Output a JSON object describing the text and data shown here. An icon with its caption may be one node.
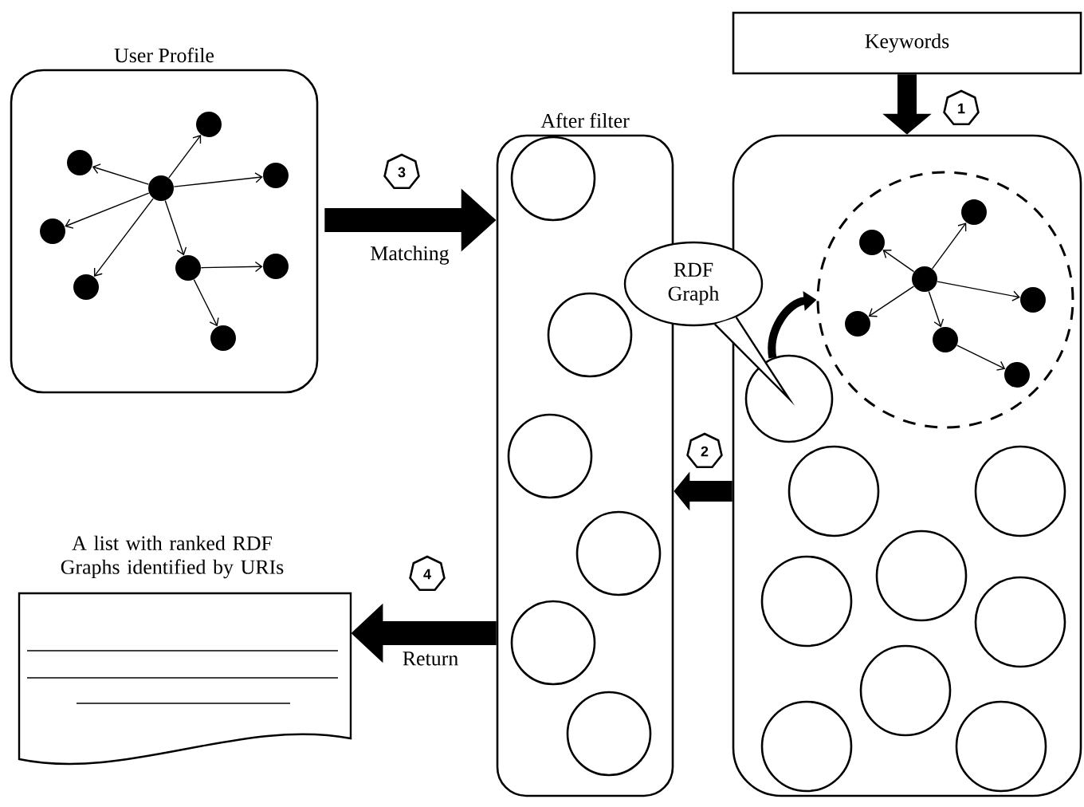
{
  "diagram": {
    "nodes": [
      {
        "text": [
          "User Profile"
        ]
      },
      {
        "text": [],
        "shape": "circle",
        "in": 0
      },
      {
        "text": [],
        "shape": "circle",
        "in": 0
      },
      {
        "text": [],
        "shape": "circle",
        "in": 0
      },
      {
        "text": [],
        "shape": "circle",
        "in": 0
      },
      {
        "text": [],
        "shape": "circle",
        "in": 0
      },
      {
        "text": [],
        "shape": "circle",
        "in": 0
      },
      {
        "text": [],
        "shape": "circle",
        "in": 0
      },
      {
        "text": [],
        "shape": "circle",
        "in": 0
      },
      {
        "text": [],
        "shape": "circle",
        "in": 0
      },
      {
        "text": [
          "After filter"
        ]
      },
      {
        "text": [],
        "shape": "circle",
        "in": 10
      },
      {
        "text": [],
        "shape": "circle",
        "in": 10
      },
      {
        "text": [],
        "shape": "circle",
        "in": 10
      },
      {
        "text": [],
        "shape": "circle",
        "in": 10
      },
      {
        "text": [],
        "shape": "circle",
        "in": 10
      },
      {
        "text": [],
        "shape": "circle",
        "in": 10
      },
      {
        "text": [
          "Keywords"
        ]
      },
      {
        "text": [],
        "shape": "box"
      },
      {
        "text": [],
        "shape": "circle",
        "in": 18
      },
      {
        "text": [],
        "shape": "circle",
        "in": 19
      },
      {
        "text": [],
        "shape": "circle",
        "in": 19
      },
      {
        "text": [],
        "shape": "circle",
        "in": 19
      },
      {
        "text": [],
        "shape": "circle",
        "in": 19
      },
      {
        "text": [],
        "shape": "circle",
        "in": 19
      },
      {
        "text": [],
        "shape": "circle",
        "in": 19
      },
      {
        "text": [],
        "shape": "circle",
        "in": 19
      },
      {
        "text": [
          "RDF Graph"
        ]
      },
      {
        "text": [],
        "shape": "circle",
        "in": 18
      },
      {
        "text": [],
        "shape": "circle",
        "in": 18
      },
      {
        "text": [],
        "shape": "circle",
        "in": 18
      },
      {
        "text": [],
        "shape": "circle",
        "in": 18
      },
      {
        "text": [],
        "shape": "circle",
        "in": 18
      },
      {
        "text": [],
        "shape": "circle",
        "in": 18
      },
      {
        "text": [],
        "shape": "circle",
        "in": 18
      },
      {
        "text": [],
        "shape": "circle",
        "in": 18
      },
      {
        "text": [],
        "shape": "circle",
        "in": 18
      },
      {
        "text": [
          "A list with ranked RDF Graphs identified by URIs"
        ]
      }
    ],
    "edges": [
      {
        "from": 1,
        "to": 2,
        "arrow": "to"
      },
      {
        "from": 1,
        "to": 3,
        "arrow": "to"
      },
      {
        "from": 1,
        "to": 4,
        "arrow": "to"
      },
      {
        "from": 1,
        "to": 5,
        "arrow": "to"
      },
      {
        "from": 1,
        "to": 6,
        "arrow": "to"
      },
      {
        "from": 1,
        "to": 7,
        "arrow": "to"
      },
      {
        "from": 7,
        "to": 8,
        "arrow": "to"
      },
      {
        "from": 7,
        "to": 9,
        "arrow": "to"
      },
      {
        "from": 20,
        "to": 21,
        "arrow": "to"
      },
      {
        "from": 20,
        "to": 22,
        "arrow": "to"
      },
      {
        "from": 20,
        "to": 23,
        "arrow": "to"
      },
      {
        "from": 20,
        "to": 24,
        "arrow": "to"
      },
      {
        "from": 20,
        "to": 25,
        "arrow": "to"
      },
      {
        "from": 25,
        "to": 26,
        "arrow": "to"
      },
      {
        "from": 17,
        "to": 18,
        "arrow": "to",
        "style": "thick"
      },
      {
        "from": 0,
        "to": 10,
        "arrow": "to",
        "style": "thick",
        "label": "Matching"
      },
      {
        "from": 18,
        "to": 10,
        "arrow": "to",
        "style": "thick"
      },
      {
        "from": 10,
        "to": 37,
        "arrow": "to",
        "style": "thick",
        "label": "Return"
      },
      {
        "from": 28,
        "to": 19,
        "arrow": "to",
        "style": "thick"
      },
      {
        "from": 27,
        "to": 28,
        "arrow": "none"
      }
    ],
    "labels": [
      "1",
      "2",
      "3",
      "4"
    ]
  }
}
